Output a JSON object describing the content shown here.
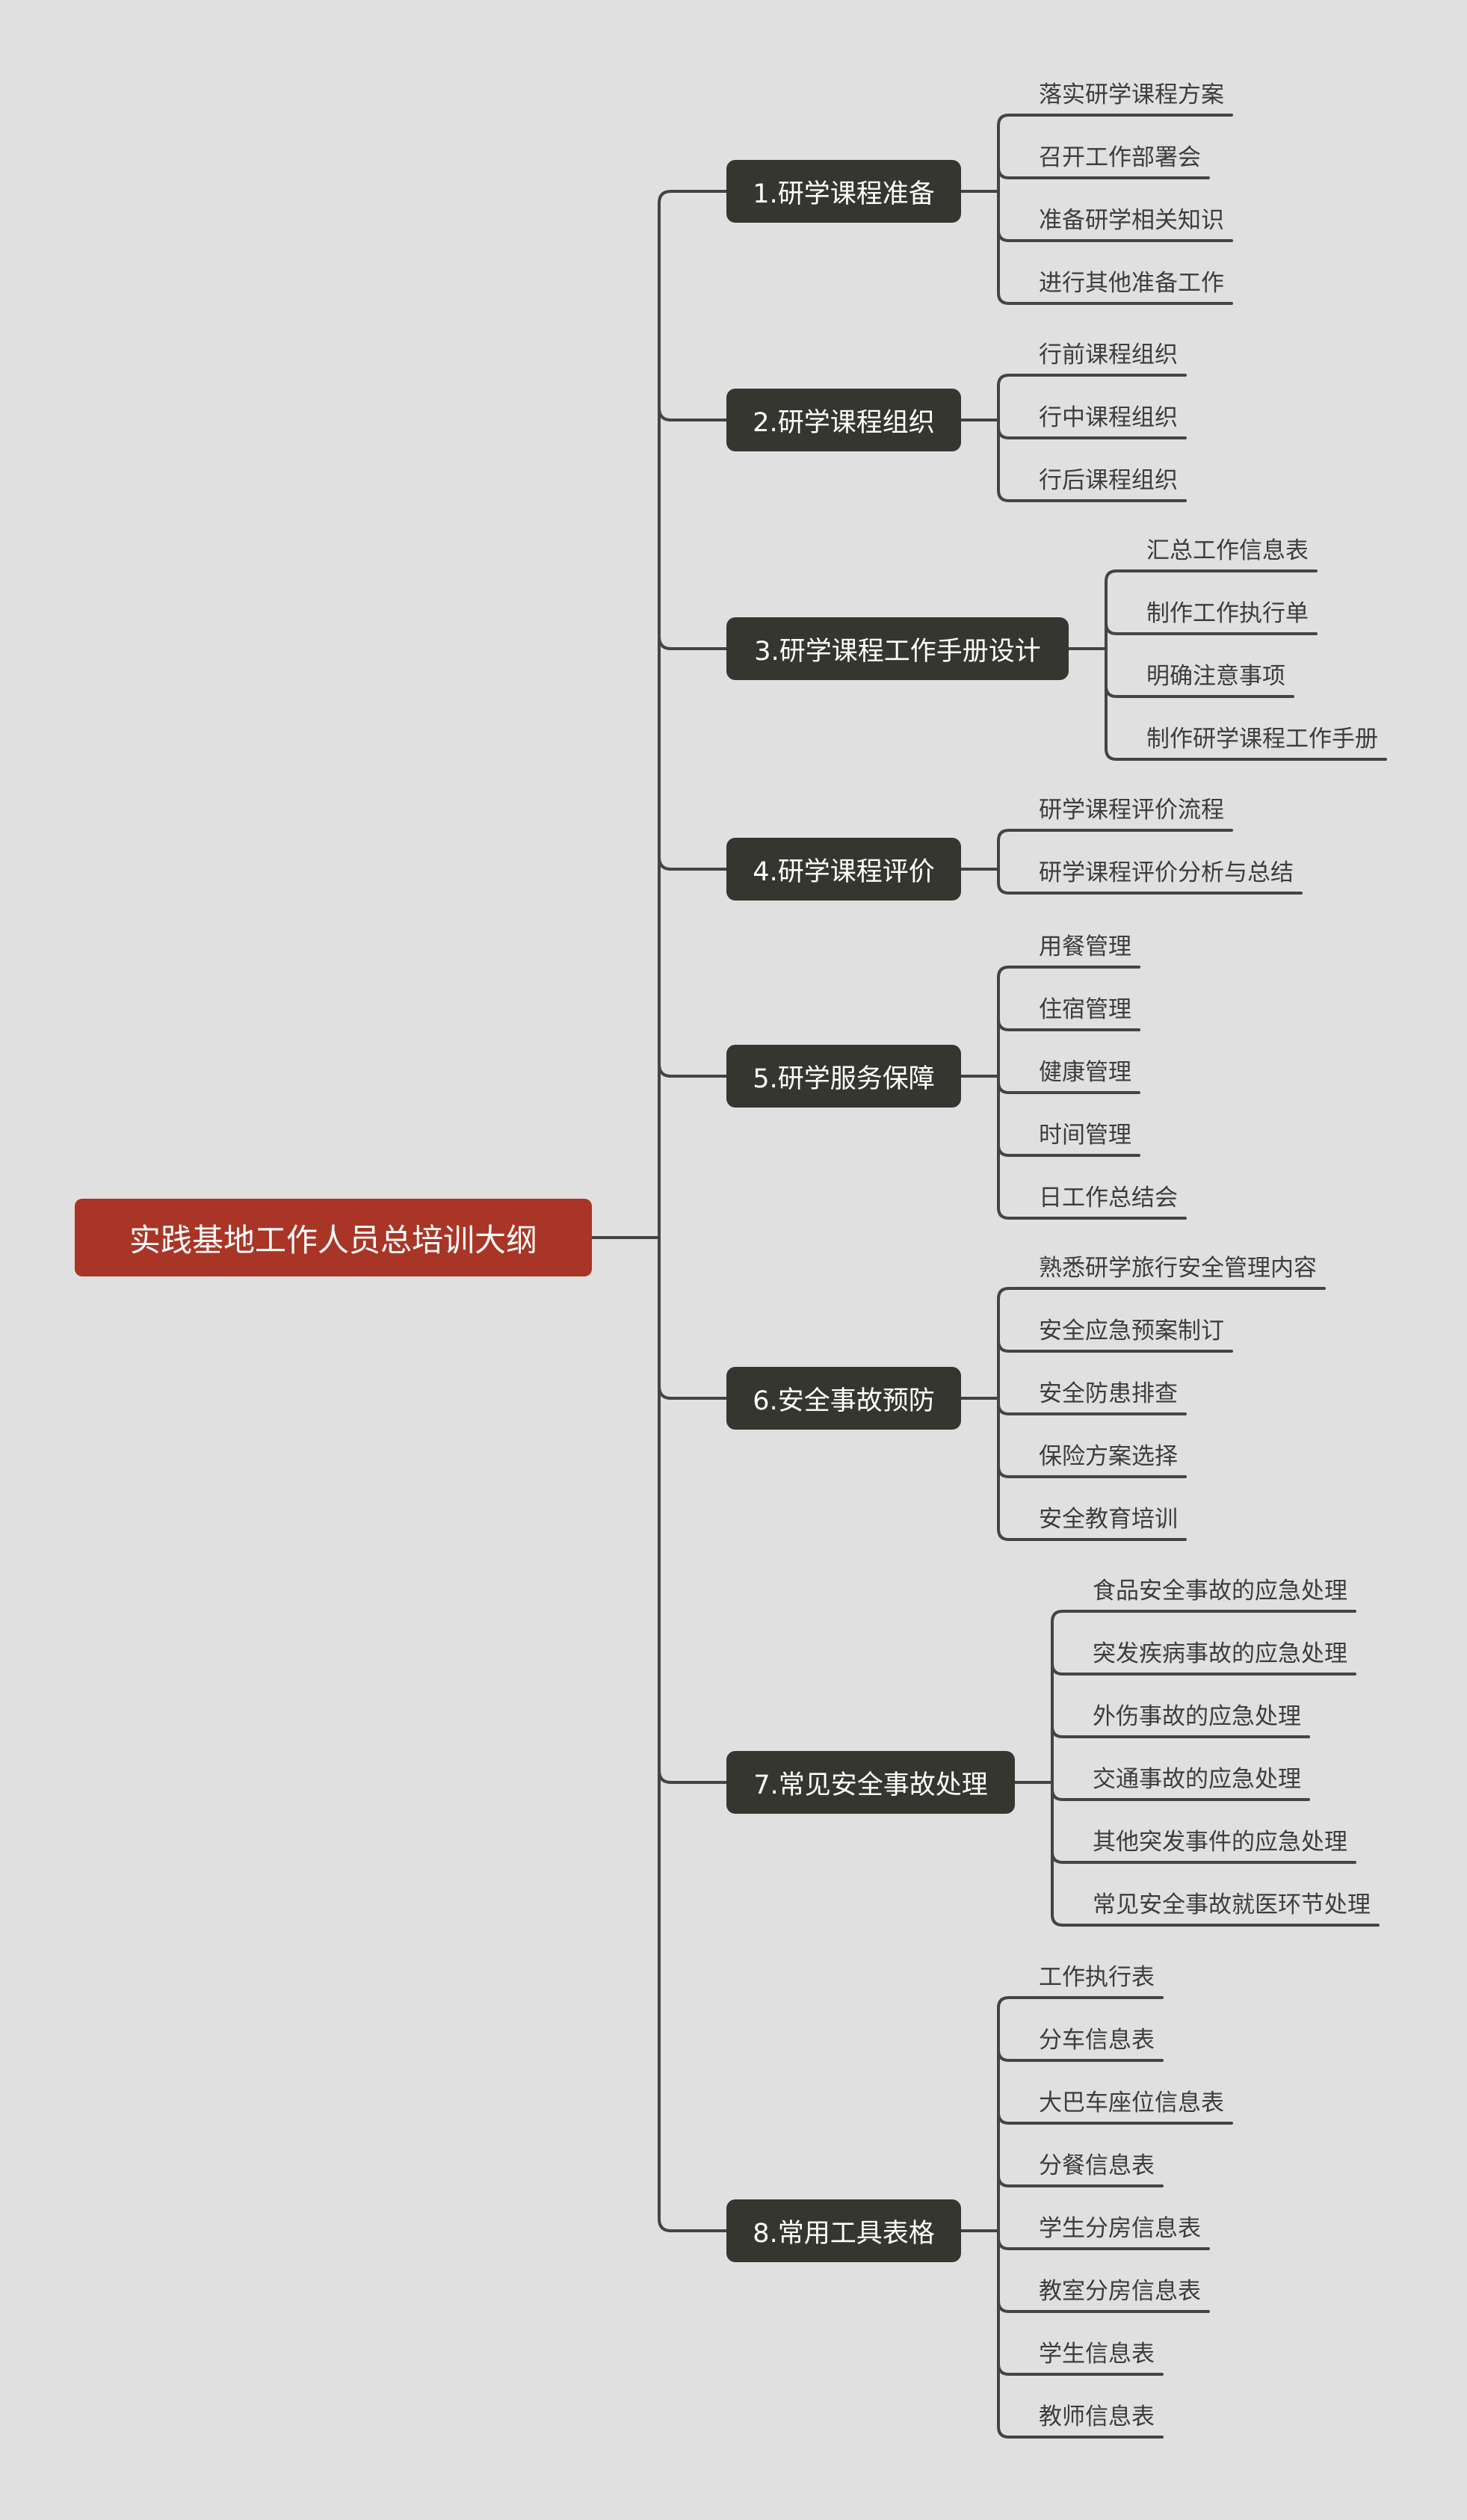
{
  "root": "实践基地工作人员总培训大纲",
  "colors": {
    "background": "#e0e0e0",
    "root": "#a93526",
    "branch": "#363631",
    "line": "#444444",
    "leaf_text": "#3d3d3d"
  },
  "branches": [
    {
      "label": "1.研学课程准备",
      "children": [
        "落实研学课程方案",
        "召开工作部署会",
        "准备研学相关知识",
        "进行其他准备工作"
      ]
    },
    {
      "label": "2.研学课程组织",
      "children": [
        "行前课程组织",
        "行中课程组织",
        "行后课程组织"
      ]
    },
    {
      "label": "3.研学课程工作手册设计",
      "children": [
        "汇总工作信息表",
        "制作工作执行单",
        "明确注意事项",
        "制作研学课程工作手册"
      ]
    },
    {
      "label": "4.研学课程评价",
      "children": [
        "研学课程评价流程",
        "研学课程评价分析与总结"
      ]
    },
    {
      "label": "5.研学服务保障",
      "children": [
        "用餐管理",
        "住宿管理",
        "健康管理",
        "时间管理",
        "日工作总结会"
      ]
    },
    {
      "label": "6.安全事故预防",
      "children": [
        "熟悉研学旅行安全管理内容",
        "安全应急预案制订",
        "安全防患排查",
        "保险方案选择",
        "安全教育培训"
      ]
    },
    {
      "label": "7.常见安全事故处理",
      "children": [
        "食品安全事故的应急处理",
        "突发疾病事故的应急处理",
        "外伤事故的应急处理",
        "交通事故的应急处理",
        "其他突发事件的应急处理",
        "常见安全事故就医环节处理"
      ]
    },
    {
      "label": "8.常用工具表格",
      "children": [
        "工作执行表",
        "分车信息表",
        "大巴车座位信息表",
        "分餐信息表",
        "学生分房信息表",
        "教室分房信息表",
        "学生信息表",
        "教师信息表"
      ]
    }
  ]
}
